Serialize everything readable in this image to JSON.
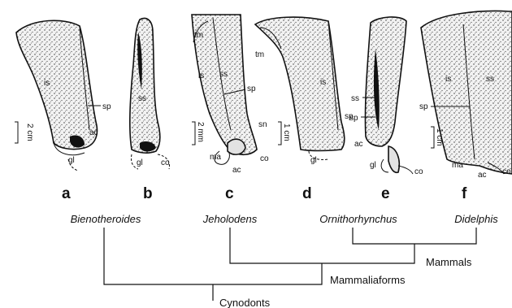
{
  "figure": {
    "panels": [
      {
        "letter": "a",
        "parts": [
          "is",
          "sp",
          "ac",
          "gl"
        ],
        "scale": "2 cm"
      },
      {
        "letter": "b",
        "parts": [
          "ss",
          "gl",
          "co"
        ]
      },
      {
        "letter": "c",
        "parts": [
          "tm",
          "is",
          "ss",
          "sp",
          "sn",
          "ma",
          "ac",
          "co"
        ],
        "scale": "2 mm"
      },
      {
        "letter": "d",
        "parts": [
          "tm",
          "is",
          "sp",
          "gl"
        ],
        "scale": "1 cm"
      },
      {
        "letter": "e",
        "parts": [
          "ss",
          "sp",
          "ac",
          "gl",
          "co"
        ]
      },
      {
        "letter": "f",
        "parts": [
          "is",
          "ss",
          "sp",
          "ma",
          "ac",
          "co"
        ],
        "scale": "1 cm"
      }
    ],
    "taxa": [
      "Bienotheroides",
      "Jeholodens",
      "Ornithorhynchus",
      "Didelphis"
    ],
    "clades": [
      "Mammals",
      "Mammaliaforms",
      "Cynodonts"
    ]
  }
}
